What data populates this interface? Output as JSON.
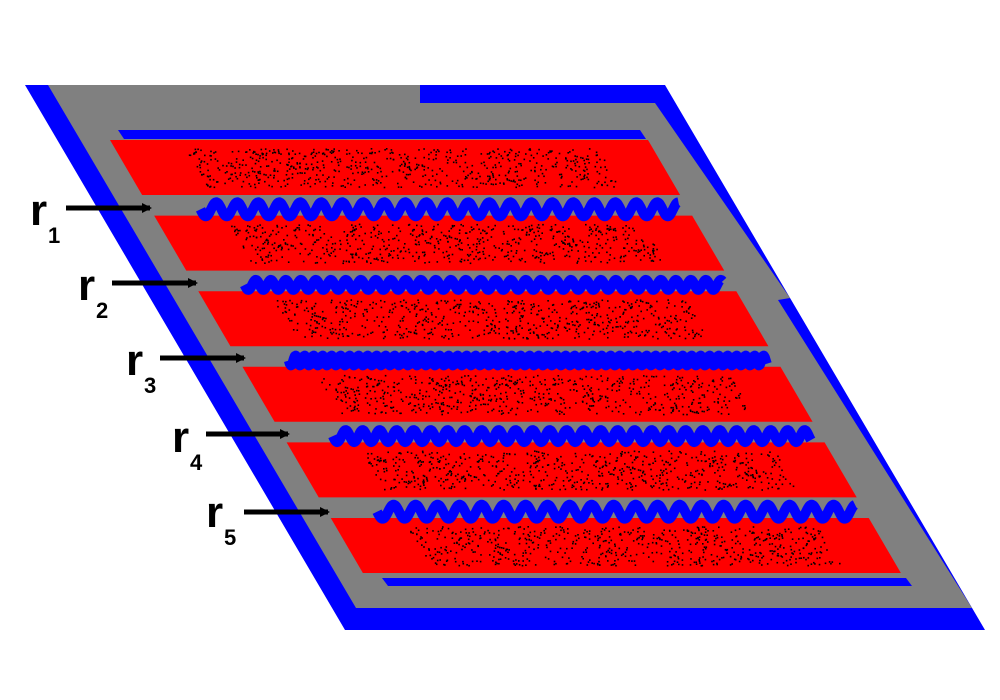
{
  "diagram": {
    "colors": {
      "background": "#ffffff",
      "frame_outer": "#0000ff",
      "frame_inner": "#808080",
      "layer": "#ff0000",
      "wavy_boundary": "#0000ff",
      "speckle": "#000000",
      "arrow": "#000000",
      "label": "#000000"
    },
    "layer_count": 6,
    "labels": [
      {
        "main": "r",
        "sub": "1"
      },
      {
        "main": "r",
        "sub": "2"
      },
      {
        "main": "r",
        "sub": "3"
      },
      {
        "main": "r",
        "sub": "4"
      },
      {
        "main": "r",
        "sub": "5"
      }
    ]
  }
}
